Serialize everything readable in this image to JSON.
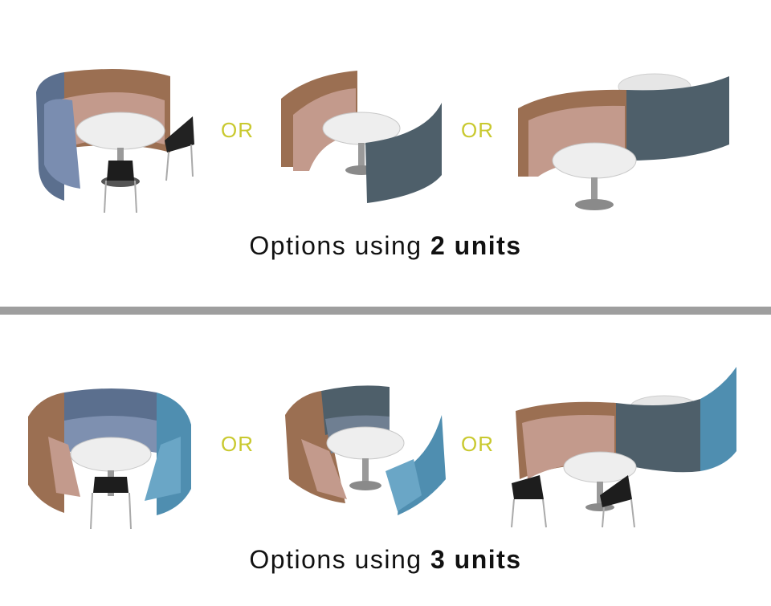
{
  "separators": {
    "top_1": "OR",
    "top_2": "OR",
    "bottom_1": "OR",
    "bottom_2": "OR"
  },
  "captions": {
    "two_units": {
      "prefix": "Options using ",
      "bold": "2 units"
    },
    "three_units": {
      "prefix": "Options using ",
      "bold": "3 units"
    }
  },
  "colors": {
    "accent_or": "#c9c92f",
    "upholstery_blue": "#5b6f8e",
    "upholstery_tan": "#9b6f52",
    "upholstery_rose": "#c39a8c",
    "upholstery_slate": "#4e5f6a",
    "upholstery_teal": "#4f8eb0",
    "divider": "#9e9e9e"
  }
}
